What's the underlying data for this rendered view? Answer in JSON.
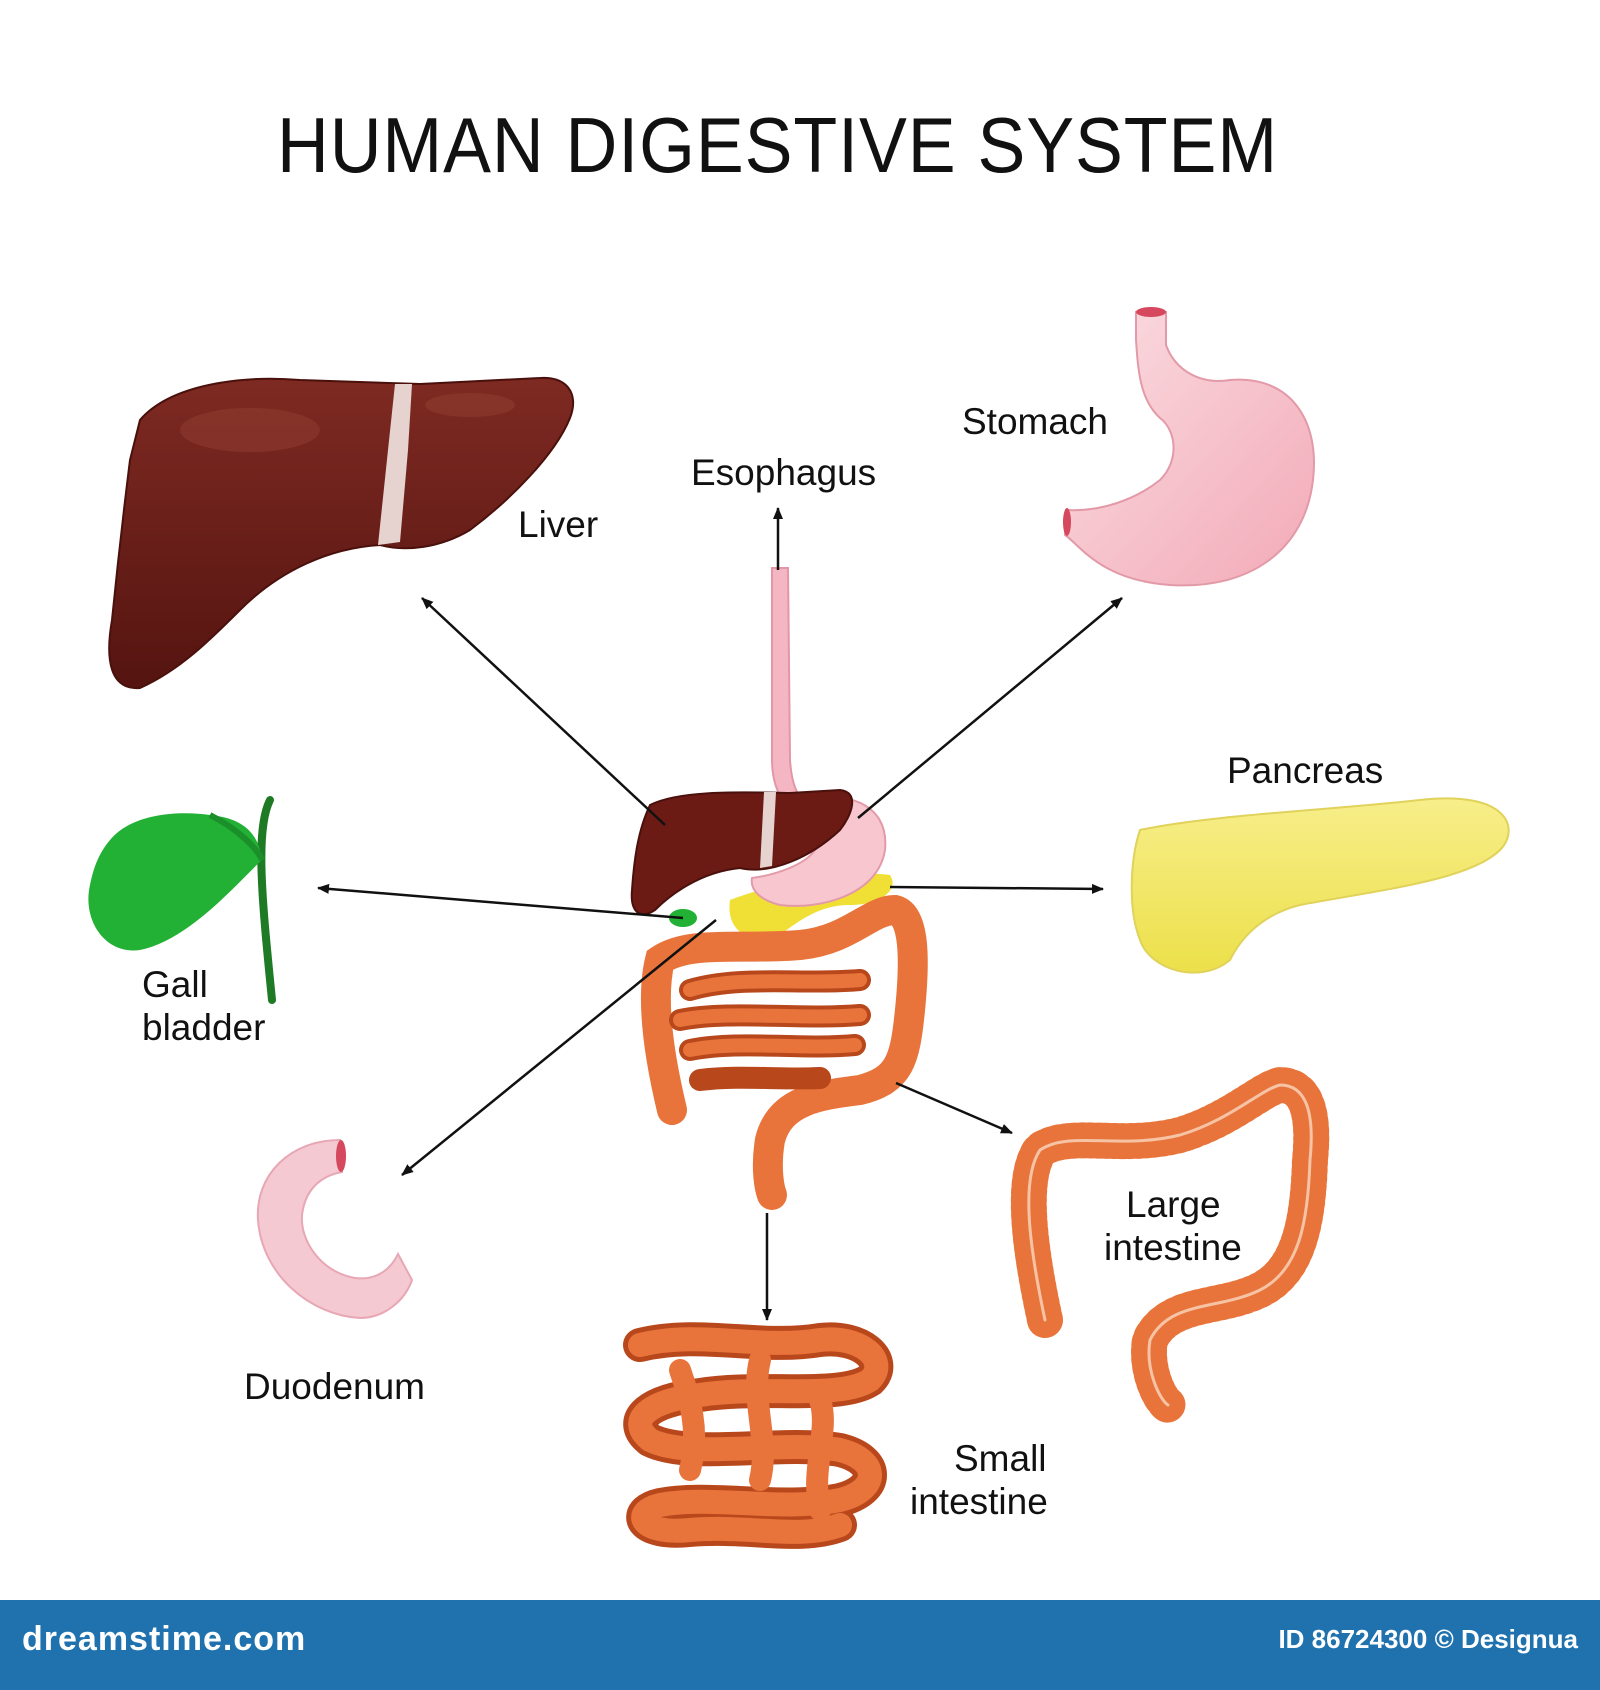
{
  "title": "HUMAN DIGESTIVE SYSTEM",
  "labels": {
    "esophagus": "Esophagus",
    "stomach": "Stomach",
    "liver": "Liver",
    "pancreas": "Pancreas",
    "gall_bladder_line1": "Gall",
    "gall_bladder_line2": "bladder",
    "duodenum": "Duodenum",
    "large_intestine_line1": "Large",
    "large_intestine_line2": "intestine",
    "small_intestine_line1": "Small",
    "small_intestine_line2": "intestine"
  },
  "footer": {
    "site": "dreamstime.com",
    "credit": "ID 86724300 © Designua"
  },
  "colors": {
    "liver": "#6b1a14",
    "stomach": "#f7c6cf",
    "pancreas": "#f3e35a",
    "gall_bladder": "#22b035",
    "duct": "#1f7a25",
    "duodenum": "#f5c9d2",
    "intestine": "#e8743b",
    "intestine_dark": "#b8481c",
    "footer": "#1f72ae"
  }
}
